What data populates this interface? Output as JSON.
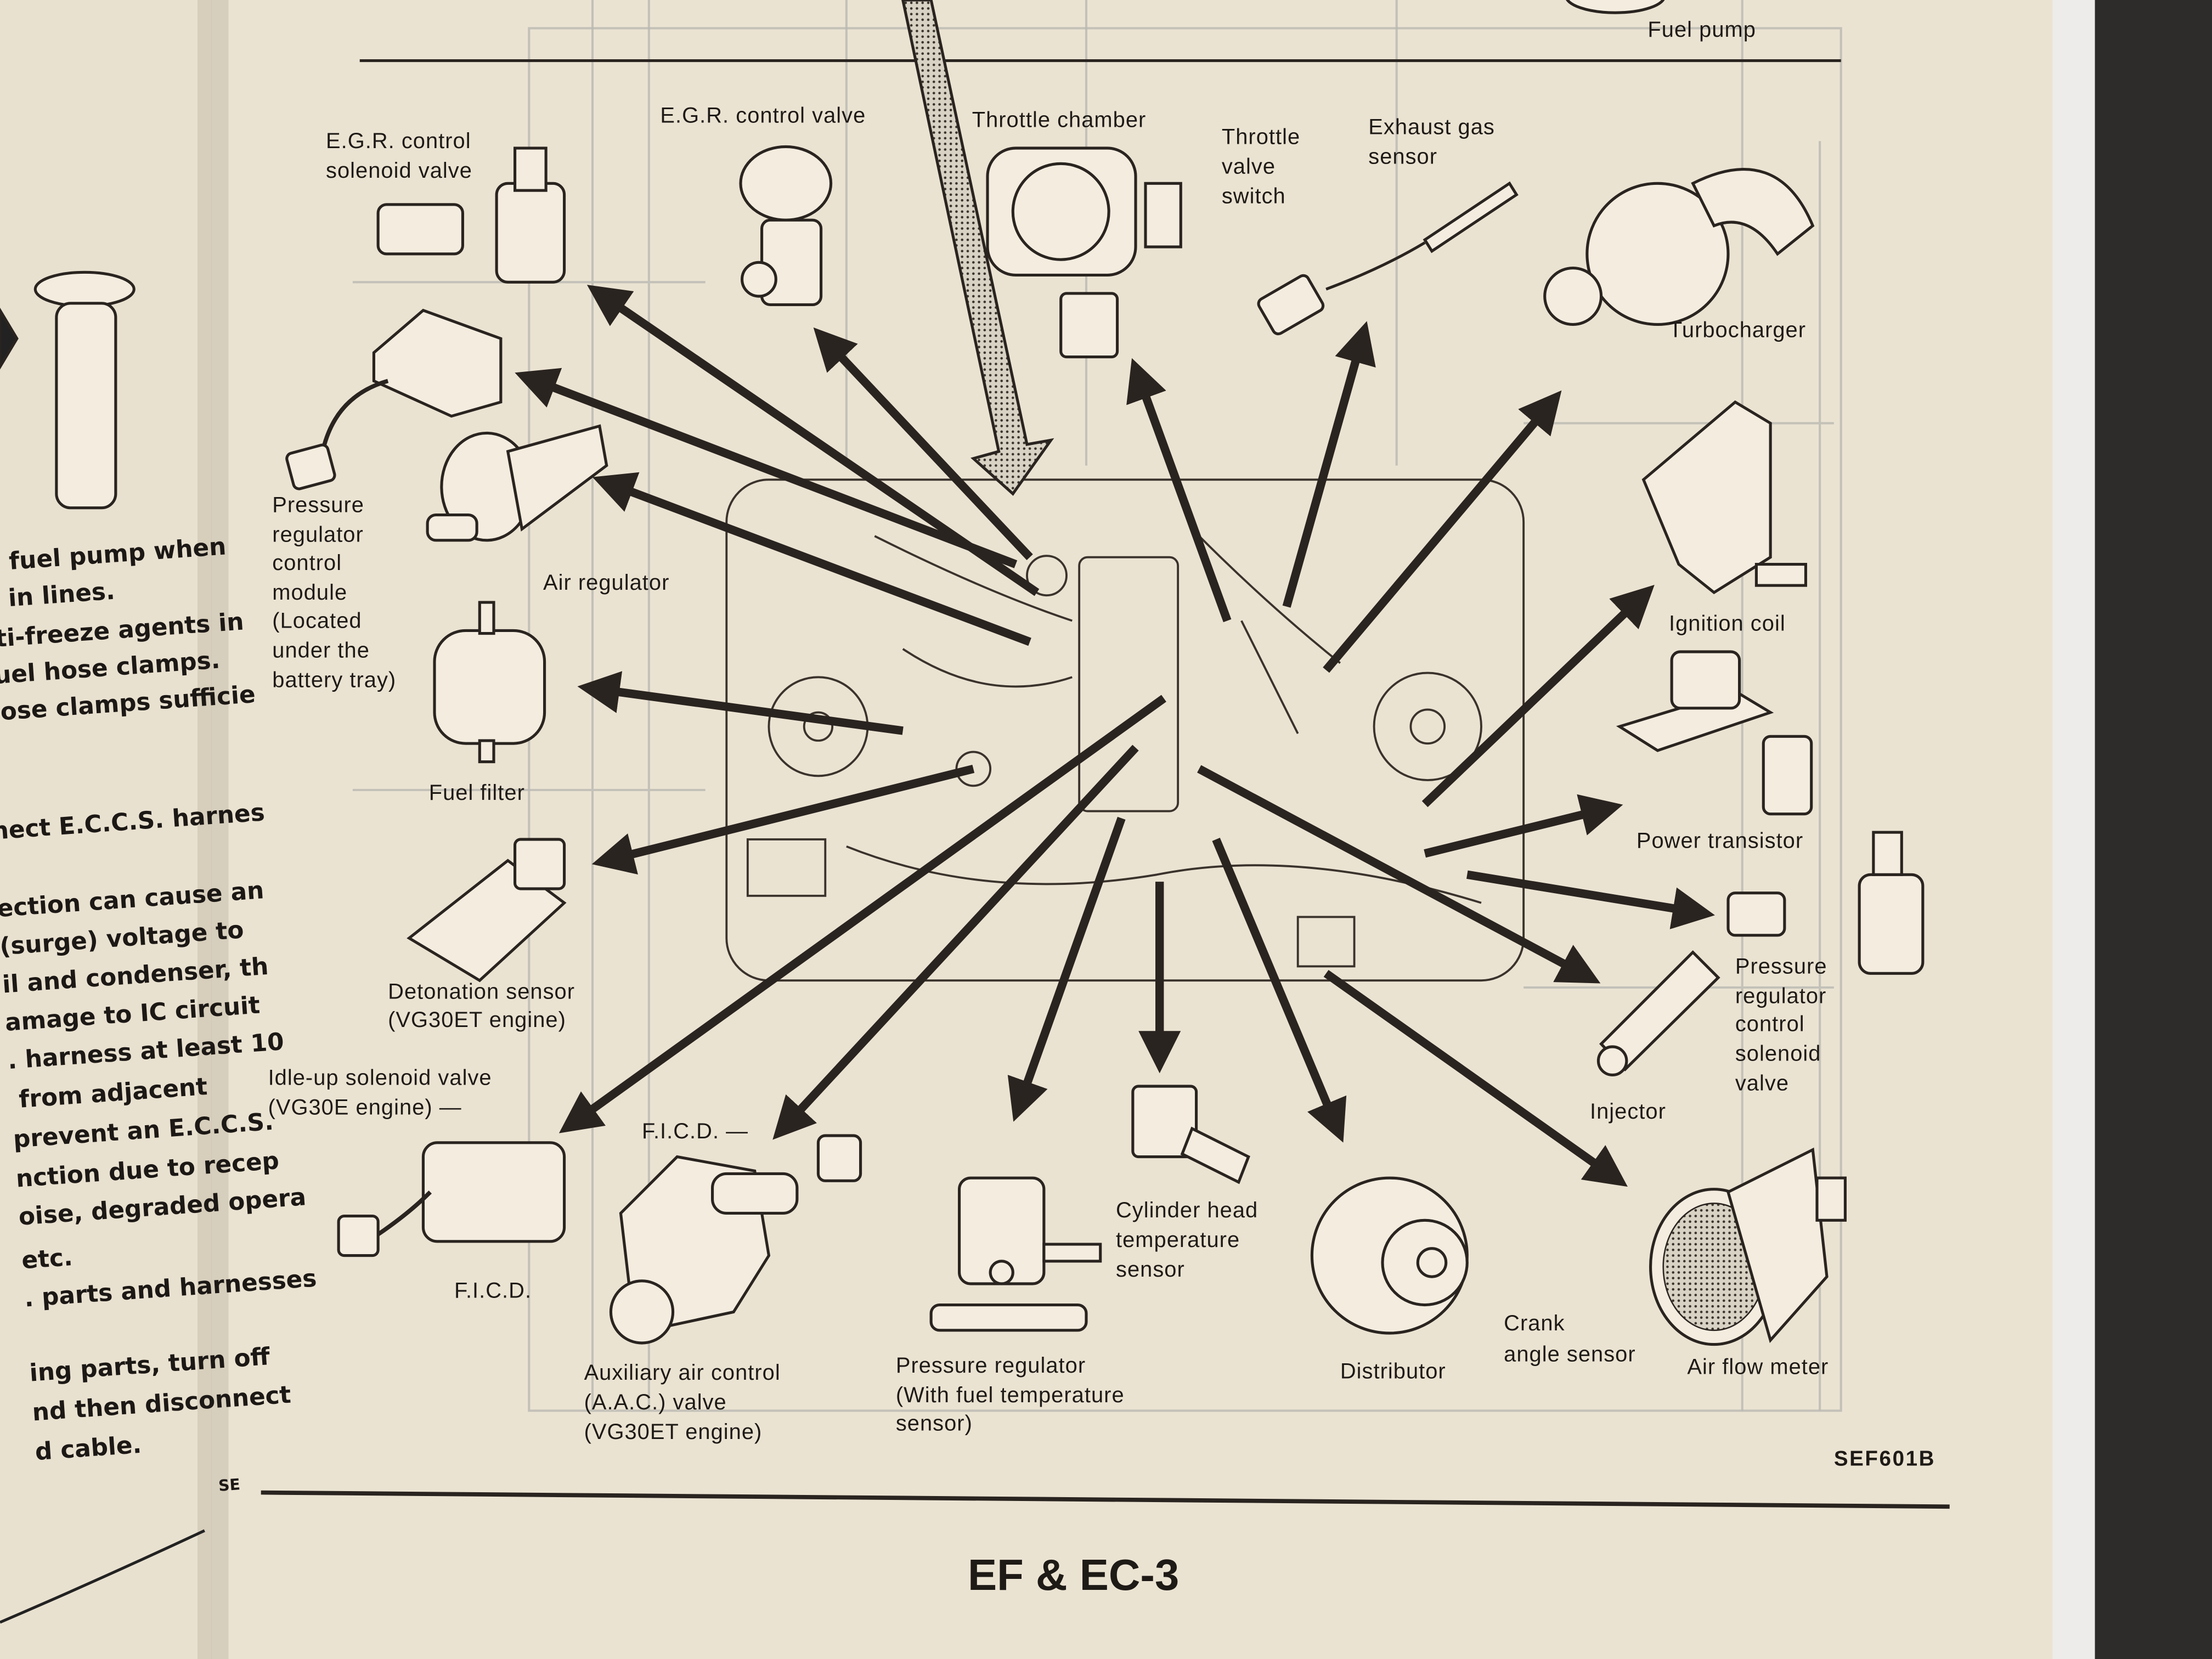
{
  "left_page": {
    "lines": [
      "te fuel pump when",
      "el in lines.",
      "nti-freeze agents in",
      "fuel hose clamps.",
      "hose clamps sufficie",
      "nect E.C.C.S. harnes",
      "ection can cause an",
      "(surge) voltage to",
      "il and condenser, th",
      "amage to IC circuit",
      ". harness at least 10",
      "from adjacent",
      "prevent an E.C.C.S.",
      "nction due to recep",
      "oise, degraded opera",
      "etc.",
      ". parts and harnesses",
      "ing parts, turn off",
      "nd then disconnect",
      "d cable.",
      "SE"
    ]
  },
  "diagram": {
    "labels": {
      "egr_solenoid": [
        "E.G.R. control",
        "solenoid valve"
      ],
      "egr_valve": "E.G.R. control valve",
      "throttle_chamber": "Throttle chamber",
      "throttle_switch": [
        "Throttle",
        "valve",
        "switch"
      ],
      "exhaust_gas_sensor": [
        "Exhaust gas",
        "sensor"
      ],
      "fuel_pump": "Fuel pump",
      "turbocharger": "Turbocharger",
      "prc_module": [
        "Pressure",
        "regulator",
        "control",
        "module",
        "(Located",
        "under the",
        "battery tray)"
      ],
      "air_regulator": "Air regulator",
      "fuel_filter": "Fuel filter",
      "ignition_coil": "Ignition coil",
      "power_transistor": "Power transistor",
      "detonation_sensor": [
        "Detonation sensor",
        "(VG30ET engine)"
      ],
      "idle_up": [
        "Idle-up solenoid valve",
        "(VG30E engine) —"
      ],
      "ficd_top": "F.I.C.D. —",
      "ficd_bottom": "F.I.C.D.",
      "prc_solenoid": [
        "Pressure",
        "regulator",
        "control",
        "solenoid",
        "valve"
      ],
      "injector": "Injector",
      "cyl_head_sensor": [
        "Cylinder head",
        "temperature",
        "sensor"
      ],
      "crank_angle": [
        "Crank",
        "angle sensor"
      ],
      "distributor": "Distributor",
      "air_flow_meter": "Air flow meter",
      "aac_valve": [
        "Auxiliary air control",
        "(A.A.C.) valve",
        "(VG30ET engine)"
      ],
      "pressure_regulator": [
        "Pressure regulator",
        "(With fuel temperature",
        "sensor)"
      ]
    },
    "figure_code": "SEF601B",
    "page_number": "EF & EC-3"
  }
}
